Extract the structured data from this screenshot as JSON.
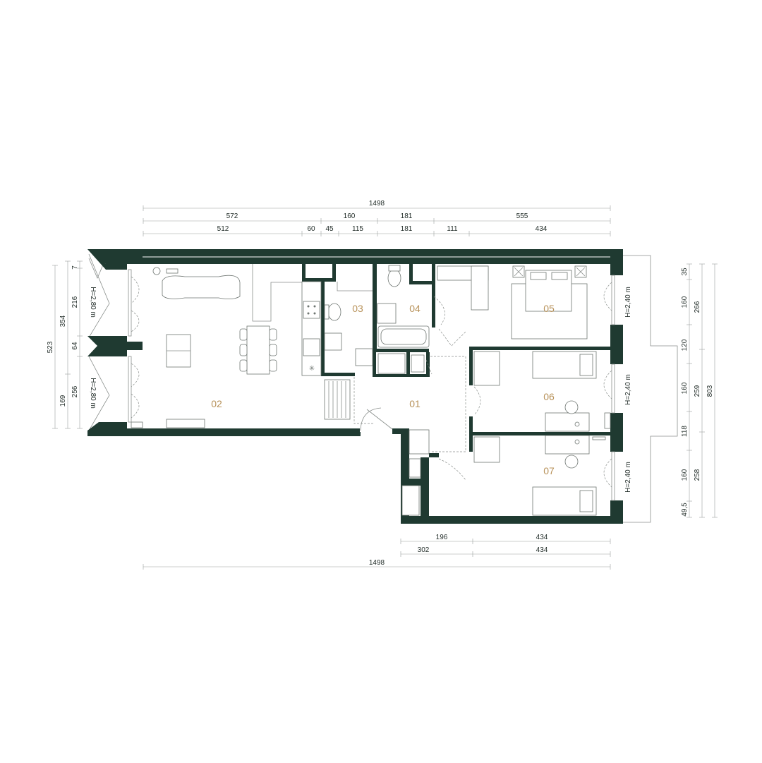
{
  "rooms": [
    {
      "id": "01",
      "label": "01"
    },
    {
      "id": "02",
      "label": "02"
    },
    {
      "id": "03",
      "label": "03"
    },
    {
      "id": "04",
      "label": "04"
    },
    {
      "id": "05",
      "label": "05"
    },
    {
      "id": "06",
      "label": "06"
    },
    {
      "id": "07",
      "label": "07"
    }
  ],
  "heights": {
    "left_top": "H=2,80 m",
    "left_bottom": "H=2,80 m",
    "right_05": "H=2,40 m",
    "right_06": "H=2,40 m",
    "right_07": "H=2,40 m"
  },
  "dims_top": {
    "total": "1498",
    "row2": [
      "572",
      "160",
      "181",
      "555"
    ],
    "row3": [
      "512",
      "60",
      "45",
      "115",
      "181",
      "111",
      "434"
    ]
  },
  "dims_bottom": {
    "row1": [
      "196",
      "434"
    ],
    "row2": [
      "302",
      "434"
    ],
    "total": "1498"
  },
  "dims_left": {
    "outer": "523",
    "mid": [
      "354",
      "169"
    ],
    "inner": [
      "7",
      "216",
      "64",
      "256"
    ]
  },
  "dims_right": {
    "inner": [
      "35",
      "160",
      "120",
      "160",
      "118",
      "160",
      "49,5"
    ],
    "mid": [
      "266",
      "259",
      "258"
    ],
    "outer": "803"
  }
}
